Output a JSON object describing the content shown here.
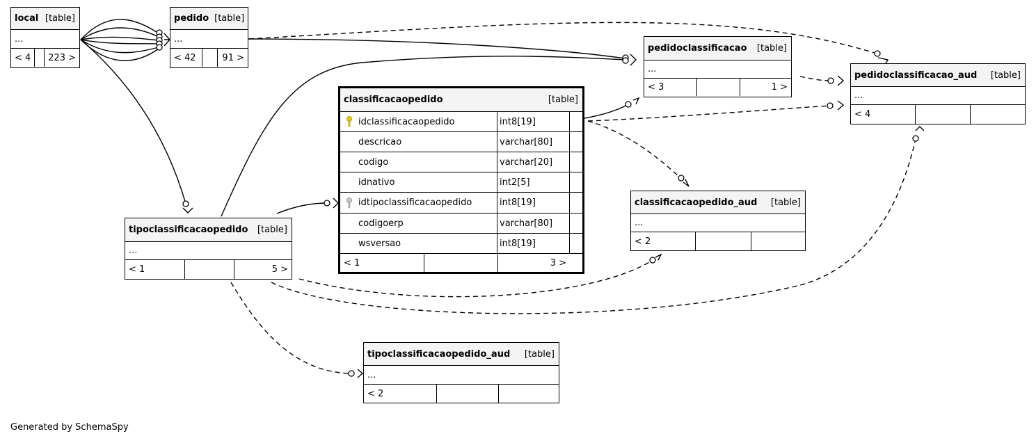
{
  "tables": {
    "local": {
      "name": "local",
      "kind": "[table]",
      "ellipsis": "...",
      "footer": [
        "< 4",
        "",
        "223 >"
      ]
    },
    "pedido": {
      "name": "pedido",
      "kind": "[table]",
      "ellipsis": "...",
      "footer": [
        "< 42",
        "",
        "91 >"
      ]
    },
    "pedidoclassificacao": {
      "name": "pedidoclassificacao",
      "kind": "[table]",
      "ellipsis": "...",
      "footer": [
        "< 3",
        "",
        "1 >"
      ]
    },
    "pedidoclassificacao_aud": {
      "name": "pedidoclassificacao_aud",
      "kind": "[table]",
      "ellipsis": "...",
      "footer": [
        "< 4",
        "",
        ""
      ]
    },
    "classificacaopedido_aud": {
      "name": "classificacaopedido_aud",
      "kind": "[table]",
      "ellipsis": "...",
      "footer": [
        "< 2",
        "",
        ""
      ]
    },
    "tipoclassificacaopedido": {
      "name": "tipoclassificacaopedido",
      "kind": "[table]",
      "ellipsis": "...",
      "footer": [
        "< 1",
        "",
        "5 >"
      ]
    },
    "tipoclassificacaopedido_aud": {
      "name": "tipoclassificacaopedido_aud",
      "kind": "[table]",
      "ellipsis": "...",
      "footer": [
        "< 2",
        "",
        ""
      ]
    }
  },
  "focus": {
    "name": "classificacaopedido",
    "kind": "[table]",
    "columns": [
      {
        "name": "idclassificacaopedido",
        "type": "int8[19]",
        "key": "primary",
        "key_icon": "key-icon",
        "key_color": "#e8c800"
      },
      {
        "name": "descricao",
        "type": "varchar[80]",
        "key": "none"
      },
      {
        "name": "codigo",
        "type": "varchar[20]",
        "key": "none"
      },
      {
        "name": "idnativo",
        "type": "int2[5]",
        "key": "none"
      },
      {
        "name": "idtipoclassificacaopedido",
        "type": "int8[19]",
        "key": "foreign",
        "key_icon": "key-icon",
        "key_color": "#a8a8a8"
      },
      {
        "name": "codigoerp",
        "type": "varchar[80]",
        "key": "none"
      },
      {
        "name": "wsversao",
        "type": "int8[19]",
        "key": "none"
      }
    ],
    "footer": [
      "< 1",
      "",
      "3 >"
    ]
  },
  "footer_note": "Generated by SchemaSpy"
}
